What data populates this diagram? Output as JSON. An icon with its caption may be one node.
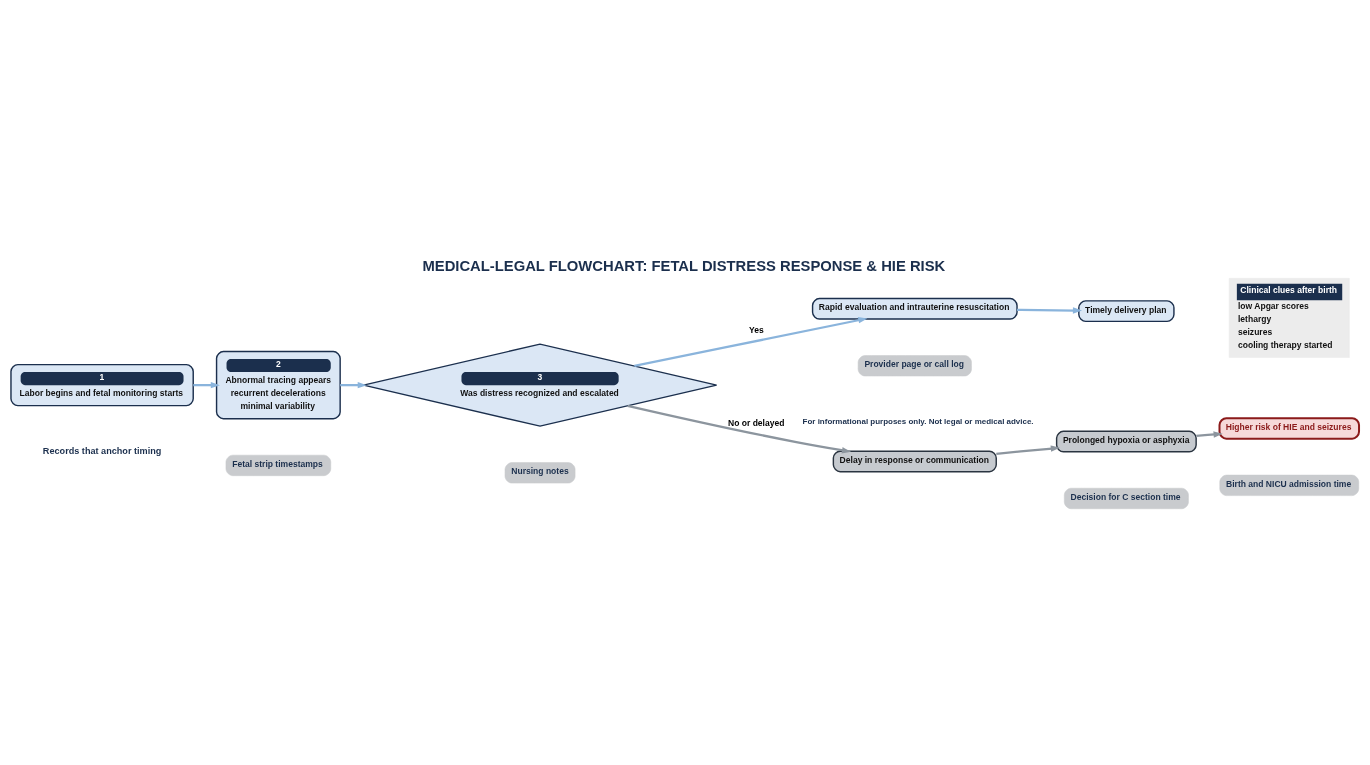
{
  "diagram": {
    "title": "MEDICAL-LEGAL FLOWCHART: FETAL DISTRESS RESPONSE & HIE RISK",
    "caption": "For informational purposes only. Not legal or medical advice.",
    "nodes": [
      {
        "text": [
          "1",
          "Labor begins and fetal monitoring starts"
        ]
      },
      {
        "text": [
          "2",
          "Abnormal tracing appears",
          "recurrent decelerations",
          "minimal variability"
        ]
      },
      {
        "text": [
          "3",
          "Was distress recognized and escalated"
        ]
      },
      {
        "text": [
          "Rapid evaluation and intrauterine resuscitation"
        ]
      },
      {
        "text": [
          "Timely delivery plan"
        ]
      },
      {
        "text": [
          "Delay in response or communication"
        ]
      },
      {
        "text": [
          "Prolonged hypoxia or asphyxia"
        ]
      },
      {
        "text": [
          "Higher risk of HIE and seizures"
        ]
      },
      {
        "text": [
          "Clinical clues after birth",
          "low Apgar scores",
          "lethargy",
          "seizures",
          "cooling therapy started"
        ]
      },
      {
        "text": [
          "Fetal strip timestamps"
        ]
      },
      {
        "text": [
          "Nursing notes"
        ]
      },
      {
        "text": [
          "Provider page or call log"
        ]
      },
      {
        "text": [
          "Decision for C section time"
        ]
      },
      {
        "text": [
          "Birth and NICU admission time"
        ]
      }
    ],
    "edges": [
      {
        "from": 0,
        "to": 1,
        "arrow": "to"
      },
      {
        "from": 1,
        "to": 2,
        "arrow": "to"
      },
      {
        "from": 2,
        "to": 3,
        "label": "Yes",
        "arrow": "to"
      },
      {
        "from": 3,
        "to": 4,
        "arrow": "to"
      },
      {
        "from": 2,
        "to": 5,
        "label": "No or delayed",
        "arrow": "to",
        "color": "#8c959e"
      },
      {
        "from": 5,
        "to": 6,
        "arrow": "to",
        "color": "#8c959e"
      },
      {
        "from": 6,
        "to": 7,
        "arrow": "to",
        "color": "#8c959e"
      }
    ],
    "labels": [
      "Records that anchor timing"
    ]
  }
}
